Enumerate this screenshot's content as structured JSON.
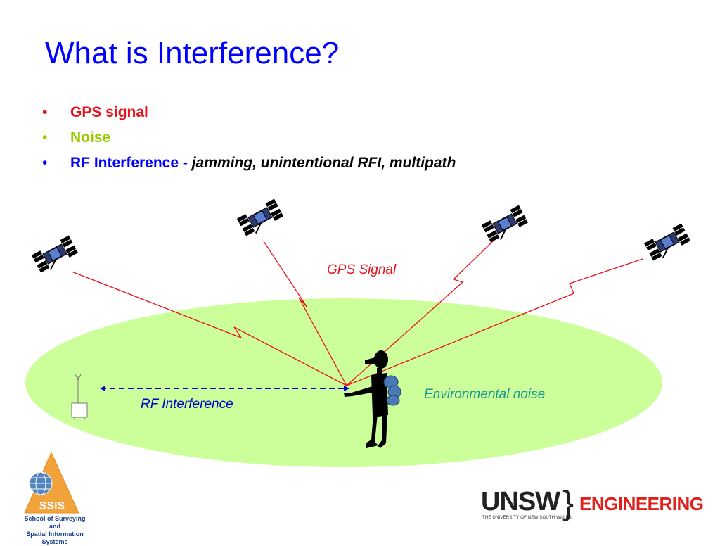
{
  "slide": {
    "title": "What is Interference?",
    "bullets": [
      {
        "marker": "•",
        "text": "GPS signal",
        "color": "#e8101a"
      },
      {
        "marker": "•",
        "text": "Noise",
        "color": "#99cc00"
      },
      {
        "marker": "•",
        "text": "RF Interference - ",
        "em": "jamming, unintentional RFI, multipath",
        "color": "#0000ff"
      }
    ]
  },
  "diagram": {
    "labels": {
      "gps_signal": "GPS Signal",
      "environmental_noise": "Environmental noise",
      "rf_interference": "RF Interference"
    },
    "colors": {
      "ground": "#ccff99",
      "signal": "#e8101a",
      "interference": "#0000cc",
      "person": "#000000",
      "backpack": "#4a7ab5"
    },
    "icons": [
      "satellite-icon",
      "satellite-icon",
      "satellite-icon",
      "satellite-icon",
      "person-icon",
      "transmitter-icon"
    ]
  },
  "footer": {
    "ssis": {
      "abbr": "SSIS",
      "line1": "School of Surveying and",
      "line2": "Spatial Information Systems"
    },
    "unsw": {
      "word": "UNSW",
      "sub": "THE UNIVERSITY OF NEW SOUTH WALES",
      "brace": "}",
      "faculty": "ENGINEERING"
    }
  }
}
